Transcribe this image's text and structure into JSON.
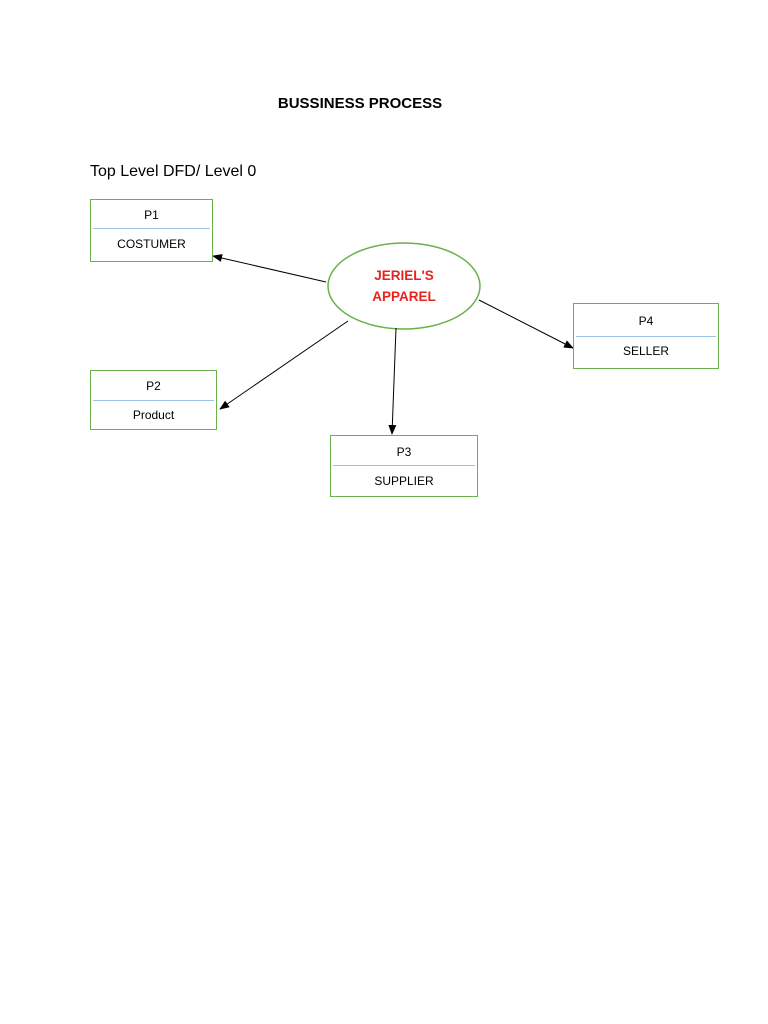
{
  "header": {
    "title": "BUSSINESS PROCESS",
    "subtitle": "Top Level DFD/ Level 0"
  },
  "diagram": {
    "center": {
      "line1": "JERIEL'S",
      "line2": "APPAREL"
    },
    "processes": [
      {
        "id": "P1",
        "name": "COSTUMER"
      },
      {
        "id": "P2",
        "name": "Product"
      },
      {
        "id": "P3",
        "name": "SUPPLIER"
      },
      {
        "id": "P4",
        "name": "SELLER"
      }
    ]
  },
  "colors": {
    "border": "#6ab04c",
    "center_text": "#e8231e",
    "separator": "#9cc3e6"
  }
}
